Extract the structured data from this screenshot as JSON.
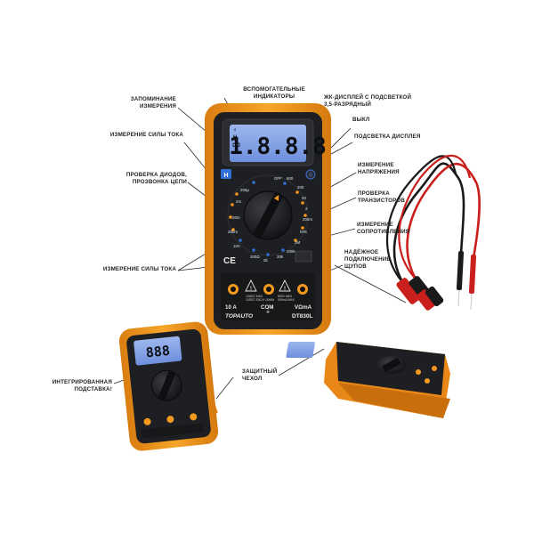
{
  "callouts": {
    "memory": [
      "ЗАПОМИНАНИЕ",
      "ИЗМЕРЕНИЯ"
    ],
    "aux_indicators": [
      "ВСПОМОГАТЕЛЬНЫЕ",
      "ИНДИКАТОРЫ"
    ],
    "lcd": [
      "ЖК-ДИСПЛЕЙ С ПОДСВЕТКОЙ",
      "3,5-РАЗРЯДНЫЙ"
    ],
    "off": "ВЫКЛ",
    "current_top": "ИЗМЕРЕНИЕ СИЛЫ ТОКА",
    "backlight": "ПОДСВЕТКА ДИСПЛЕЯ",
    "voltage": [
      "ИЗМЕРЕНИЕ",
      "НАПРЯЖЕНИЯ"
    ],
    "diode": [
      "ПРОВЕРКА ДИОДОВ,",
      "ПРОЗВОНКА ЦЕПИ"
    ],
    "transistor": [
      "ПРОВЕРКА",
      "ТРАНЗИСТОРОВ"
    ],
    "resistance": [
      "ИЗМЕРЕНИЕ",
      "СОПРОТИВЛЕНИЯ"
    ],
    "current_bottom": "ИЗМЕРЕНИЕ СИЛЫ ТОКА",
    "probes": [
      "НАДЁЖНОЕ",
      "ПОДКЛЮЧЕНИЕ",
      "ЩУПОВ"
    ],
    "case": [
      "ЗАЩИТНЫЙ",
      "ЧЕХОЛ"
    ],
    "stand": [
      "ИНТЕГРИРОВАННАЯ",
      "ПОДСТАВКА!"
    ]
  },
  "device": {
    "display": "1.8.8.8",
    "brand": "TOPAUTO",
    "model": "DT830L",
    "jack_10a": "10 A",
    "jack_com": "COM",
    "jack_v": "VΩmA",
    "ce": "CE",
    "hold_key": "H",
    "lcd_small_h": "H",
    "warn_left": [
      "10ADC MAX",
      "10SEC EACH 15MIN"
    ],
    "warn_right": [
      "600V MAX",
      "500mA MAX"
    ],
    "dial_labels": [
      "200μ",
      "2m",
      "20m",
      "200m",
      "10A",
      "200",
      "600",
      "20",
      "2",
      "200m",
      "200Ω",
      "2k",
      "20k",
      "200k",
      "2M",
      "hFE",
      "OFF"
    ]
  },
  "colors": {
    "case_orange": "#f39a1e",
    "body_black": "#1e1f22",
    "lcd_blue": "#7fa2e6",
    "probe_red": "#c9201e",
    "probe_black": "#1a1a1a"
  }
}
